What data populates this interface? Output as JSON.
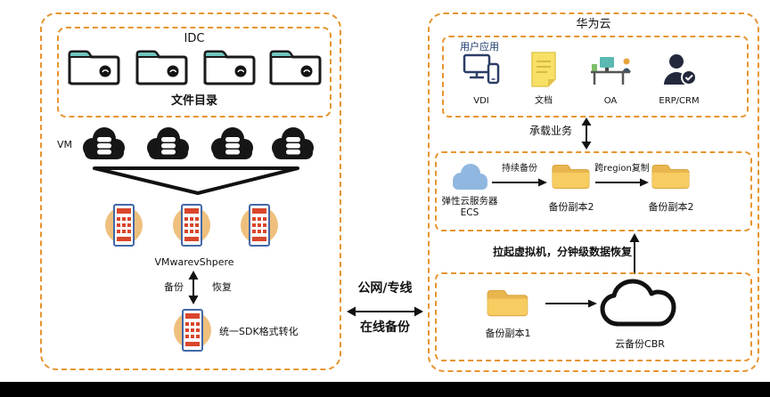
{
  "idc": {
    "title": "IDC",
    "files_label": "文件目录",
    "vm_label": "VM",
    "vmware_label": "VMwarevShpere",
    "backup_label": "备份",
    "restore_label": "恢复",
    "sdk_label": "统一SDK格式转化"
  },
  "link": {
    "line1": "公网/专线",
    "line2": "在线备份"
  },
  "huawei": {
    "title": "华为云",
    "apps": {
      "group_label": "用户应用",
      "items": [
        {
          "label": "VDI"
        },
        {
          "label": "文档"
        },
        {
          "label": "OA"
        },
        {
          "label": "ERP/CRM"
        }
      ]
    },
    "bearing_label": "承载业务",
    "mid": {
      "ecs_line1": "弹性云服务器",
      "ecs_line2": "ECS",
      "continuous_backup": "持续备份",
      "copy2_a": "备份副本2",
      "cross_region": "跨region复制",
      "copy2_b": "备份副本2"
    },
    "recover_text": "拉起虚拟机，分钟级数据恢复",
    "bottom": {
      "copy1": "备份副本1",
      "cbr_label": "云备份CBR"
    }
  },
  "colors": {
    "accent_orange": "#E6952F",
    "folder_yellow": "#F7CC61",
    "teal": "#6FC6BF",
    "ecs_blue": "#8FB7E0",
    "server_red": "#D9462B",
    "server_blue": "#4368A8",
    "navy": "#1F3A6E"
  }
}
